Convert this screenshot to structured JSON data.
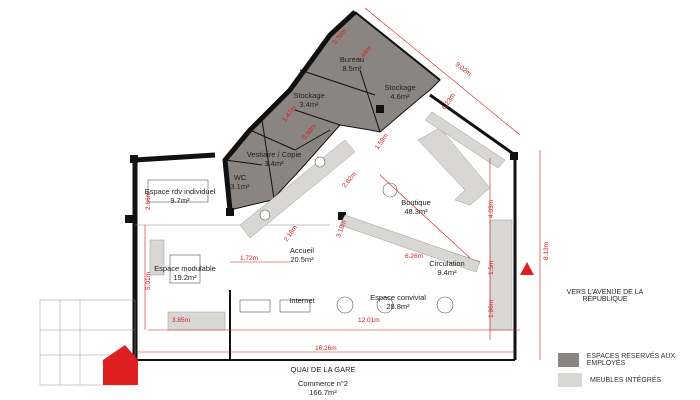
{
  "rooms": {
    "bureau": {
      "name": "Bureau",
      "area": "8.5m²"
    },
    "stockage1": {
      "name": "Stockage",
      "area": "3.4m²"
    },
    "stockage2": {
      "name": "Stockage",
      "area": "4.6m²"
    },
    "vestiaire": {
      "name": "Vestiaire / Copie",
      "area": "3.4m²"
    },
    "wc": {
      "name": "WC",
      "area": "3.1m²"
    },
    "rdv": {
      "name": "Espace rdv individuel",
      "area": "9.7m²"
    },
    "boutique": {
      "name": "Boutique",
      "area": "48.3m²"
    },
    "accueil": {
      "name": "Accueil",
      "area": "20.5m²"
    },
    "modulable": {
      "name": "Espace modulable",
      "area": "19.2m²"
    },
    "circulation": {
      "name": "Circulation",
      "area": "9.4m²"
    },
    "internet": {
      "name": "Internet",
      "area": ""
    },
    "convivial": {
      "name": "Espace convivial",
      "area": "28.8m²"
    }
  },
  "dimensions": {
    "d_902": "9.02m",
    "d_370": "3.70m",
    "d_144": "1.44m",
    "d_623": "6.23m",
    "d_159": "1.59m",
    "d_403": "4.03m",
    "d_813": "8.13m",
    "d_282": "2.82m",
    "d_626": "6.26m",
    "d_218": "2.18m",
    "d_172": "1.72m",
    "d_501": "5.01m",
    "d_385": "3.85m",
    "d_1201": "12.01m",
    "d_1626": "16.26m",
    "d_150": "1.5m",
    "d_196": "1.96m",
    "d_319": "3.19m",
    "d_090": "0.90m",
    "d_147": "1.47m",
    "d_266": "2.66m"
  },
  "street": {
    "quai": "QUAI DE LA GARE",
    "avenue": "VERS L'AVENUE DE LA RÉPUBLIQUE"
  },
  "commerce": {
    "title": "Commerce n°2",
    "area": "166.7m²"
  },
  "legend": {
    "employes": "ESPACES RESERVÉS AUX EMPLOYÉS",
    "meubles": "MEUBLES INTÉGRÉS"
  },
  "colors": {
    "employee_zone": "#8a8580",
    "furniture": "#d9d7d3",
    "walls": "#111111",
    "dimension": "#d01a1a",
    "entrance": "#e02020"
  }
}
